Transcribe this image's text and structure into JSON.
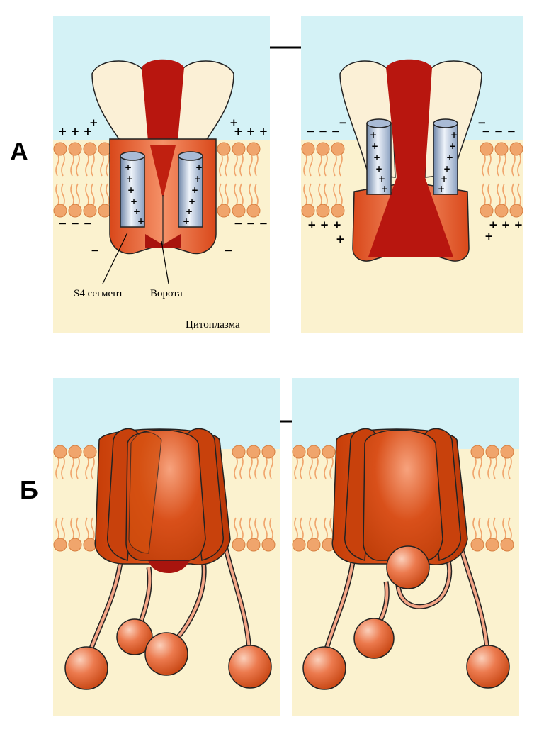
{
  "panels": {
    "a_label": "А",
    "b_label": "Б"
  },
  "labels": {
    "s4_segment": "S4 сегмент",
    "gate": "Ворота",
    "cytoplasm": "Цитоплазма"
  },
  "charges": {
    "plus3": "+ + +",
    "minus3": "− − −",
    "plus": "+",
    "minus": "−"
  },
  "colors": {
    "extracellular": "#d4f2f6",
    "cytoplasm": "#fbf2cf",
    "lipid": "#f0a56c",
    "protein": "#d4450b",
    "protein_light": "#f6916a",
    "pore": "#a8140e",
    "cap": "#fbf0d6",
    "s4_cylinder": "#9cb3d2"
  }
}
